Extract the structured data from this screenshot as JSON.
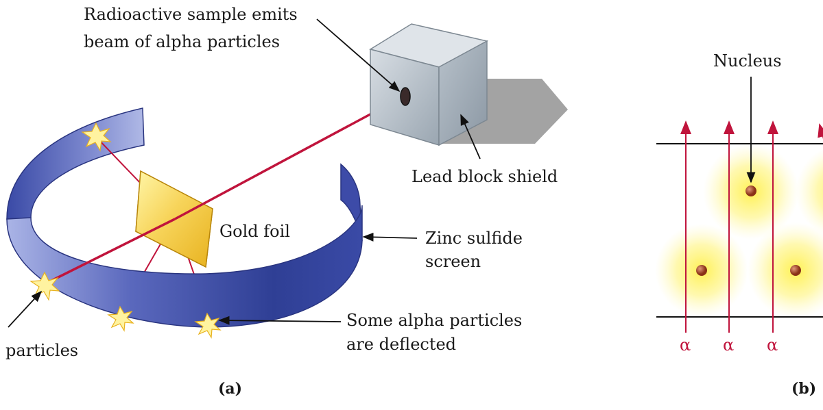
{
  "labels": {
    "radioactive_line1": "Radioactive sample emits",
    "radioactive_line2": "beam of alpha particles",
    "lead_block": "Lead block shield",
    "gold_foil": "Gold foil",
    "zinc_line1": "Zinc sulfide",
    "zinc_line2": "screen",
    "deflected_line1": "Some alpha particles",
    "deflected_line2": "are deflected",
    "particles": "particles",
    "nucleus": "Nucleus",
    "alpha_symbol": "α"
  },
  "captions": {
    "a": "(a)",
    "b": "(b)"
  },
  "colors": {
    "beam": "#c0143c",
    "screen_dark": "#2f3f95",
    "screen_light": "#aab4e6",
    "gold_light": "#fff6a8",
    "gold_dark": "#e8b21f",
    "lead_face": "#b9c3cc",
    "shadow": "#a3a3a3",
    "nucleus": "#b04a2a",
    "atom_glow": "#fff04a"
  }
}
